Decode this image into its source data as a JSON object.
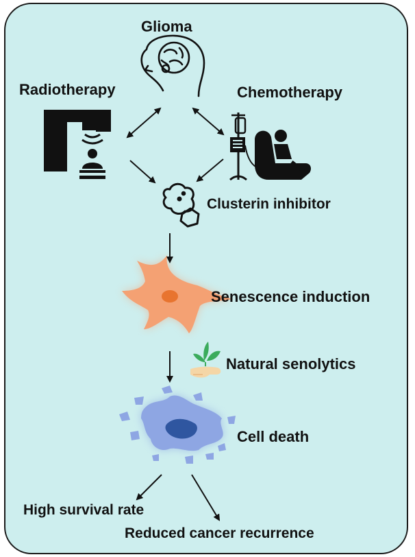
{
  "diagram": {
    "nodes": {
      "glioma": "Glioma",
      "radiotherapy": "Radiotherapy",
      "chemotherapy": "Chemotherapy",
      "clusterin_inhibitor": "Clusterin inhibitor",
      "senescence_induction": "Senescence induction",
      "natural_senolytics": "Natural senolytics",
      "cell_death": "Cell death",
      "high_survival_rate": "High survival rate",
      "reduced_cancer_recurrence": "Reduced cancer recurrence"
    },
    "edges": [
      {
        "from": "glioma",
        "to": "radiotherapy",
        "bidirectional": true
      },
      {
        "from": "glioma",
        "to": "chemotherapy",
        "bidirectional": true
      },
      {
        "from": "radiotherapy",
        "to": "clusterin_inhibitor"
      },
      {
        "from": "chemotherapy",
        "to": "clusterin_inhibitor"
      },
      {
        "from": "clusterin_inhibitor",
        "to": "senescence_induction"
      },
      {
        "from": "senescence_induction",
        "to": "cell_death"
      },
      {
        "from": "cell_death",
        "to": "high_survival_rate"
      },
      {
        "from": "cell_death",
        "to": "reduced_cancer_recurrence"
      }
    ],
    "icons": [
      "brain-head-icon",
      "radiotherapy-machine-icon",
      "chemotherapy-chair-icon",
      "clusterin-protein-icon",
      "senescent-cell-icon",
      "plant-hand-icon",
      "dying-cell-icon"
    ],
    "colors": {
      "background": "#cdeeee",
      "senescent_cell": "#f4a173",
      "senescent_nucleus": "#e8742f",
      "dying_cell": "#8ea6e3",
      "dying_nucleus": "#2f56a0",
      "leaf": "#3bab5c",
      "hand": "#f5d6a6"
    }
  }
}
